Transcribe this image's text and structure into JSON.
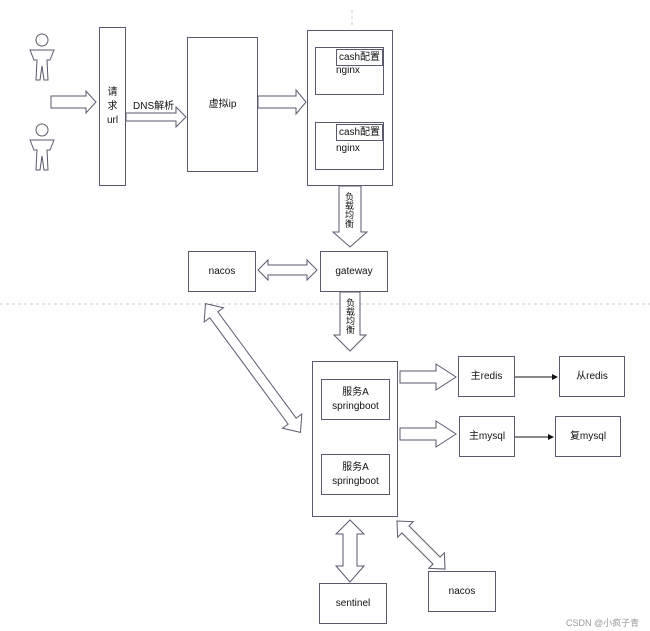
{
  "nodes": {
    "request_url": "请\n求\nurl",
    "dns_label": "DNS解析",
    "virtual_ip": "虚拟ip",
    "cash_config_1": "cash配置",
    "nginx_1": "nginx",
    "cash_config_2": "cash配置",
    "nginx_2": "nginx",
    "load_balance_1": "负载均衡",
    "nacos_top": "nacos",
    "gateway": "gateway",
    "load_balance_2": "负载均衡",
    "service_a_1": "服务A\nspringboot",
    "service_a_2": "服务A\nspringboot",
    "master_redis": "主redis",
    "slave_redis": "从redis",
    "master_mysql": "主mysql",
    "replica_mysql": "复mysql",
    "sentinel": "sentinel",
    "nacos_bottom": "nacos"
  },
  "watermark": "CSDN @小疯子青",
  "colors": {
    "stroke": "#5a5a6e",
    "divider": "#c8c8c8"
  }
}
